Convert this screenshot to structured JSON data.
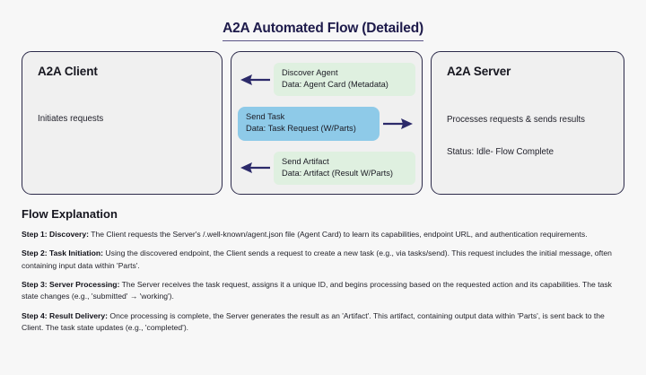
{
  "header": {
    "title": "A2A Automated Flow (Detailed)"
  },
  "colors": {
    "page_background": "#f7f7f7",
    "panel_fill": "#f0f0f0",
    "panel_border": "#2c2a4a",
    "title_color": "#1e1b4b",
    "message_green": "#dff0e0",
    "message_blue": "#8ecae8",
    "arrow_color": "#2c2a6a"
  },
  "diagram": {
    "client_panel": {
      "title": "A2A Client",
      "description": "Initiates requests"
    },
    "server_panel": {
      "title": "A2A Server",
      "description": "Processes requests & sends results",
      "status": "Status: Idle- Flow Complete"
    },
    "messages": [
      {
        "label": "Discover Agent",
        "data": "Data: Agent Card (Metadata)",
        "direction": "left",
        "color": "green"
      },
      {
        "label": "Send Task",
        "data": "Data: Task Request (W/Parts)",
        "direction": "right",
        "color": "blue"
      },
      {
        "label": "Send Artifact",
        "data": "Data: Artifact (Result W/Parts)",
        "direction": "left",
        "color": "green"
      }
    ]
  },
  "explanation": {
    "heading": "Flow Explanation",
    "steps": [
      {
        "label": "Step 1: Discovery:",
        "text": " The Client requests the Server's /.well-known/agent.json file (Agent Card) to learn its capabilities, endpoint URL, and authentication requirements."
      },
      {
        "label": "Step 2: Task Initiation:",
        "text": " Using the discovered endpoint, the Client sends a request to create a new task (e.g., via tasks/send). This request includes the initial message, often containing input data within 'Parts'."
      },
      {
        "label": "Step 3: Server Processing:",
        "text": " The Server receives the task request, assigns it a unique ID, and begins processing based on the requested action and its capabilities. The task state changes (e.g., 'submitted' → 'working')."
      },
      {
        "label": "Step 4: Result Delivery:",
        "text": " Once processing is complete, the Server generates the result as an 'Artifact'. This artifact, containing output data within 'Parts', is sent back to the Client. The task state updates (e.g., 'completed')."
      }
    ]
  }
}
